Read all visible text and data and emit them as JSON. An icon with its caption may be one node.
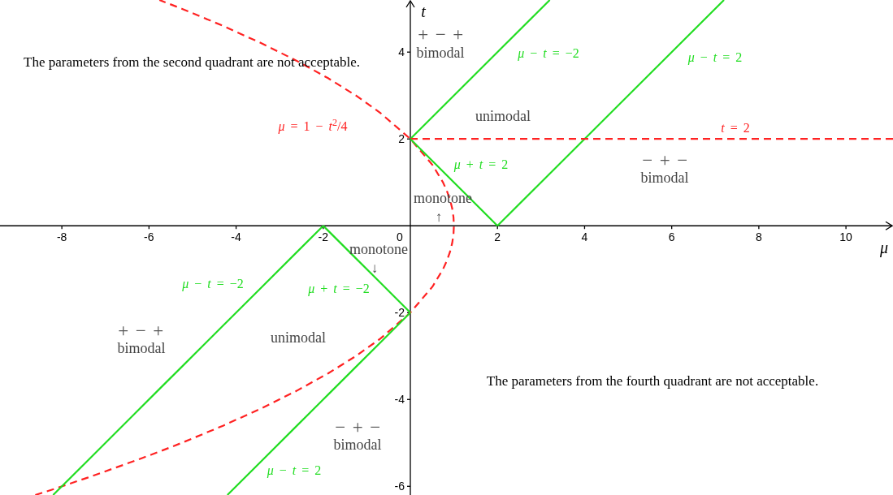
{
  "diagram": {
    "labels": [
      "+ − +",
      "bimodal",
      "The parameters from the second quadrant are not acceptable.",
      "unimodal",
      "− + −",
      "bimodal",
      "monotone",
      "↑",
      "0",
      "monotone",
      "↓",
      "+ − +",
      "bimodal",
      "unimodal",
      "The parameters from the fourth quadrant are not acceptable.",
      "− + −",
      "bimodal"
    ],
    "chart_data": {
      "type": "line",
      "xlabel": "μ",
      "ylabel": "t",
      "x": [
        -8.61,
        -8.2,
        -7.41,
        -6.29,
        -5.76,
        -5.25,
        -4.29,
        -4.2,
        -3.41,
        -2.61,
        -2,
        -1.89,
        -1.25,
        -0.69,
        0,
        0.51,
        0.75,
        0.84,
        0.91,
        0.96,
        0.99,
        1,
        0.99,
        0.96,
        0.91,
        0.84,
        0.75,
        0.51,
        0,
        -0.69,
        -1.25,
        -1.89,
        -2.61,
        -3.41,
        -4.29,
        -5.25,
        -5.76,
        0,
        1,
        2,
        3.2,
        7.2,
        11.08
      ],
      "series": [
        {
          "name": "*μ* − *t* = −2",
          "color": "#22dd22",
          "values": [
            null,
            null,
            null,
            null,
            null,
            null,
            null,
            null,
            null,
            null,
            null,
            null,
            null,
            null,
            null,
            null,
            null,
            null,
            null,
            null,
            null,
            null,
            null,
            null,
            null,
            null,
            null,
            null,
            null,
            null,
            null,
            null,
            null,
            null,
            null,
            null,
            null,
            2,
            3,
            4,
            5.2,
            null,
            null
          ]
        },
        {
          "name": "*μ* − *t* = 2",
          "color": "#22dd22",
          "values": [
            null,
            null,
            null,
            null,
            null,
            null,
            null,
            null,
            null,
            null,
            null,
            null,
            null,
            null,
            null,
            null,
            null,
            null,
            null,
            null,
            null,
            null,
            null,
            null,
            null,
            null,
            null,
            null,
            null,
            null,
            null,
            null,
            null,
            null,
            null,
            null,
            null,
            null,
            null,
            0,
            1.2,
            5.2,
            null
          ]
        },
        {
          "name": "*t* = 2",
          "color": "#ff2222",
          "line_style": "dashed",
          "values": [
            null,
            null,
            null,
            null,
            null,
            null,
            null,
            null,
            null,
            null,
            null,
            null,
            null,
            null,
            null,
            null,
            null,
            null,
            null,
            null,
            null,
            null,
            null,
            null,
            null,
            null,
            null,
            null,
            null,
            null,
            null,
            null,
            null,
            null,
            null,
            null,
            null,
            2,
            2,
            2,
            2,
            2,
            2
          ]
        },
        {
          "name": "*μ* = 1 − *t*$^{2}$/4",
          "color": "#ff2222",
          "line_style": "dashed",
          "values": [
            -6.2,
            -6.07,
            -5.8,
            -5.4,
            -5.2,
            -5,
            -4.6,
            -4.56,
            -4.2,
            -3.8,
            -3.46,
            -3.4,
            -3,
            -2.6,
            -2,
            -1.4,
            -1,
            -0.8,
            -0.6,
            -0.4,
            -0.2,
            0,
            0.2,
            0.4,
            0.6,
            0.8,
            1,
            1.4,
            2,
            2.6,
            3,
            3.4,
            3.8,
            4.2,
            4.6,
            5,
            5.2,
            null,
            null,
            null,
            null,
            null,
            null
          ]
        },
        {
          "name": "*μ* + *t* = 2",
          "color": "#22dd22",
          "values": [
            null,
            null,
            null,
            null,
            null,
            null,
            null,
            null,
            null,
            null,
            null,
            null,
            null,
            null,
            null,
            null,
            null,
            null,
            null,
            null,
            null,
            null,
            null,
            null,
            null,
            null,
            null,
            null,
            null,
            null,
            null,
            null,
            null,
            null,
            null,
            null,
            null,
            2,
            1,
            0,
            null,
            null,
            null
          ]
        },
        {
          "name": "*μ* − *t* = −2",
          "color": "#22dd22",
          "values": [
            null,
            -6.2,
            -5.41,
            -4.29,
            -3.76,
            -3.25,
            -2.29,
            -2.2,
            -1.41,
            -0.61,
            0,
            null,
            null,
            null,
            null,
            null,
            null,
            null,
            null,
            null,
            null,
            null,
            null,
            null,
            null,
            null,
            null,
            null,
            null,
            null,
            null,
            null,
            null,
            null,
            null,
            null,
            null,
            null,
            null,
            null,
            null,
            null,
            null
          ]
        },
        {
          "name": "*μ* + *t* = −2",
          "color": "#22dd22",
          "values": [
            null,
            null,
            null,
            null,
            null,
            null,
            null,
            null,
            null,
            null,
            0,
            -0.11,
            -0.75,
            -1.31,
            -2,
            null,
            null,
            null,
            null,
            null,
            null,
            null,
            null,
            null,
            null,
            null,
            null,
            null,
            null,
            null,
            null,
            null,
            null,
            null,
            null,
            null,
            null,
            null,
            null,
            null,
            null,
            null,
            null
          ]
        },
        {
          "name": "*μ* − *t* = 2",
          "color": "#22dd22",
          "values": [
            null,
            null,
            null,
            null,
            null,
            null,
            null,
            -6.2,
            -5.41,
            -4.61,
            -4,
            -3.89,
            -3.25,
            -2.69,
            -2,
            null,
            null,
            null,
            null,
            null,
            null,
            null,
            null,
            null,
            null,
            null,
            null,
            null,
            null,
            null,
            null,
            null,
            null,
            null,
            null,
            null,
            null,
            null,
            null,
            null,
            null,
            null,
            null
          ]
        }
      ],
      "xlim": [
        -9.42,
        11.08
      ],
      "ylim": [
        -6.2,
        5.2
      ],
      "xticks": [
        -8,
        -6,
        -4,
        -2,
        2,
        4,
        6,
        8,
        10
      ],
      "yticks": [
        -6,
        -4,
        -2,
        2,
        4
      ]
    }
  }
}
